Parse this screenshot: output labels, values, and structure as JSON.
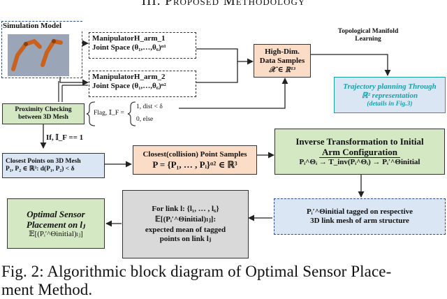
{
  "header": {
    "title": "III.   Proposed Methodology"
  },
  "sim_model": {
    "label": "Simulation Model"
  },
  "arm1": {
    "line1": "ManipulatorH_arm_1",
    "line2": "Joint Space (θ₁,…,θ₆)ᵅ¹"
  },
  "arm2": {
    "line1": "ManipulatorH_arm_2",
    "line2": "Joint Space (θ₁,…,θ₆)ᵅ²"
  },
  "highdim": {
    "line1": "High-Dim.",
    "line2": "Data Samples",
    "line3": "𝒳 ∈ ℝ¹³"
  },
  "topo": {
    "line1": "Topological Manifold",
    "line2": "Learning"
  },
  "traj": {
    "line1": "Trajectory planning Through",
    "line2": "ℝ² representation",
    "line3": "(details in Fig.3)"
  },
  "proximity": {
    "line1": "Proximity Checking",
    "line2": "between 3D Mesh"
  },
  "flag": {
    "label": "Flag, 𝕀_F =",
    "case1": "1,  dist < δ",
    "case2": "0,     else"
  },
  "if_label": "If, 𝕀_F == 1",
  "closest": {
    "line1": "Closest Points on 3D Mesh",
    "line2": "P₁, P₂ ∈ ℝ³: d(P₁, P₂) < δ"
  },
  "samples": {
    "line1": "Closest(collision) Point Samples",
    "line2": "P = {P₁, … , Pᵢ}ᵅ² ∈ ℝ³"
  },
  "inverse": {
    "line1": "Inverse Transformation to Initial",
    "line2": "Arm Configuration",
    "line3": "Pᵢ^Θᵢ → T_inv(Pᵢ^Θᵢ) → Pᵢ′^Θinitial"
  },
  "tagged": {
    "line1": "Pᵢ′^Θinitial tagged on respective",
    "line2": "3D link mesh of arm structure"
  },
  "forlink": {
    "line1": "For link  l: {l₁, … , l₆}",
    "line2": "𝔼[(Pᵢ′^Θinitial)ₗⱼ]:",
    "line3": "expected mean of tagged",
    "line4": "points on link lⱼ"
  },
  "optimal": {
    "line1": "Optimal Sensor",
    "line2": "Placement on lⱼ",
    "line3": "𝔼[(Pᵢ′^Θinitial)ₗⱼ]"
  },
  "caption": {
    "line1": "Fig. 2: Algorithmic block diagram of Optimal Sensor Place-",
    "line2": "ment Method."
  },
  "colors": {
    "green": "#d5e8c4",
    "blue": "#dbe6f4",
    "orange": "#fbdcc6",
    "gray": "#d9d9d9",
    "teal": "#17a0a8",
    "robot_bg": "#9aa6b8",
    "robot_arm": "#d2691e"
  }
}
